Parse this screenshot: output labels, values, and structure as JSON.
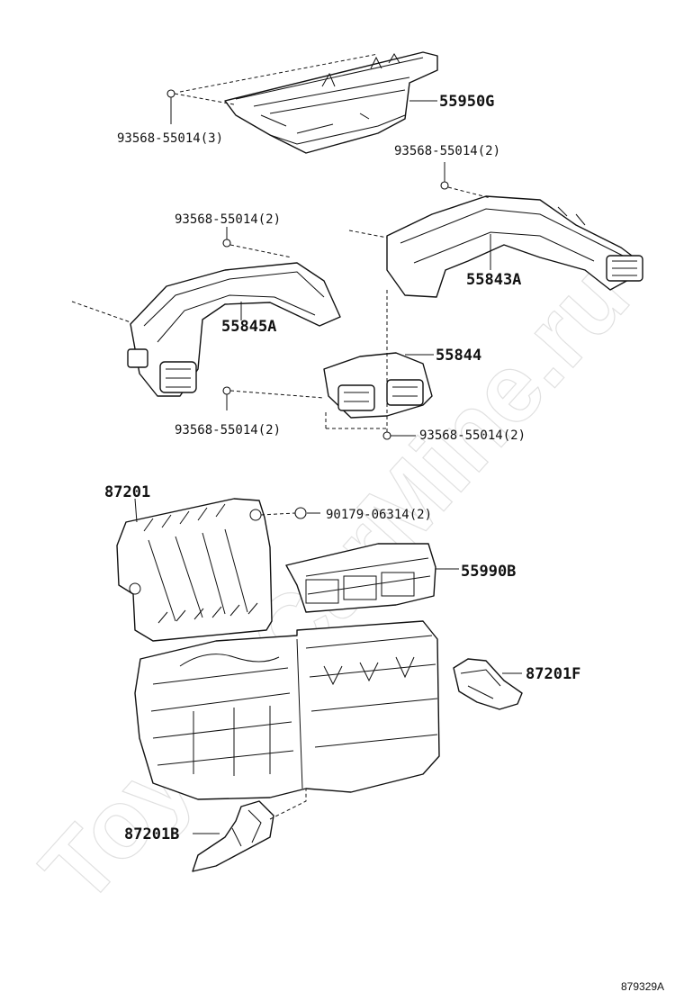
{
  "watermark": "ToyotaCarMine.ru",
  "document_code": "879329A",
  "parts": [
    {
      "id": "p-55950g",
      "label": "55950G"
    },
    {
      "id": "p-bolt-a",
      "label": "93568-55014(3)"
    },
    {
      "id": "p-bolt-b",
      "label": "93568-55014(2)"
    },
    {
      "id": "p-bolt-c",
      "label": "93568-55014(2)"
    },
    {
      "id": "p-55843a",
      "label": "55843A"
    },
    {
      "id": "p-55845a",
      "label": "55845A"
    },
    {
      "id": "p-55844",
      "label": "55844"
    },
    {
      "id": "p-bolt-d",
      "label": "93568-55014(2)"
    },
    {
      "id": "p-bolt-e",
      "label": "93568-55014(2)"
    },
    {
      "id": "p-87201",
      "label": "87201"
    },
    {
      "id": "p-nut",
      "label": "90179-06314(2)"
    },
    {
      "id": "p-55990b",
      "label": "55990B"
    },
    {
      "id": "p-87201f",
      "label": "87201F"
    },
    {
      "id": "p-87201b",
      "label": "87201B"
    }
  ]
}
